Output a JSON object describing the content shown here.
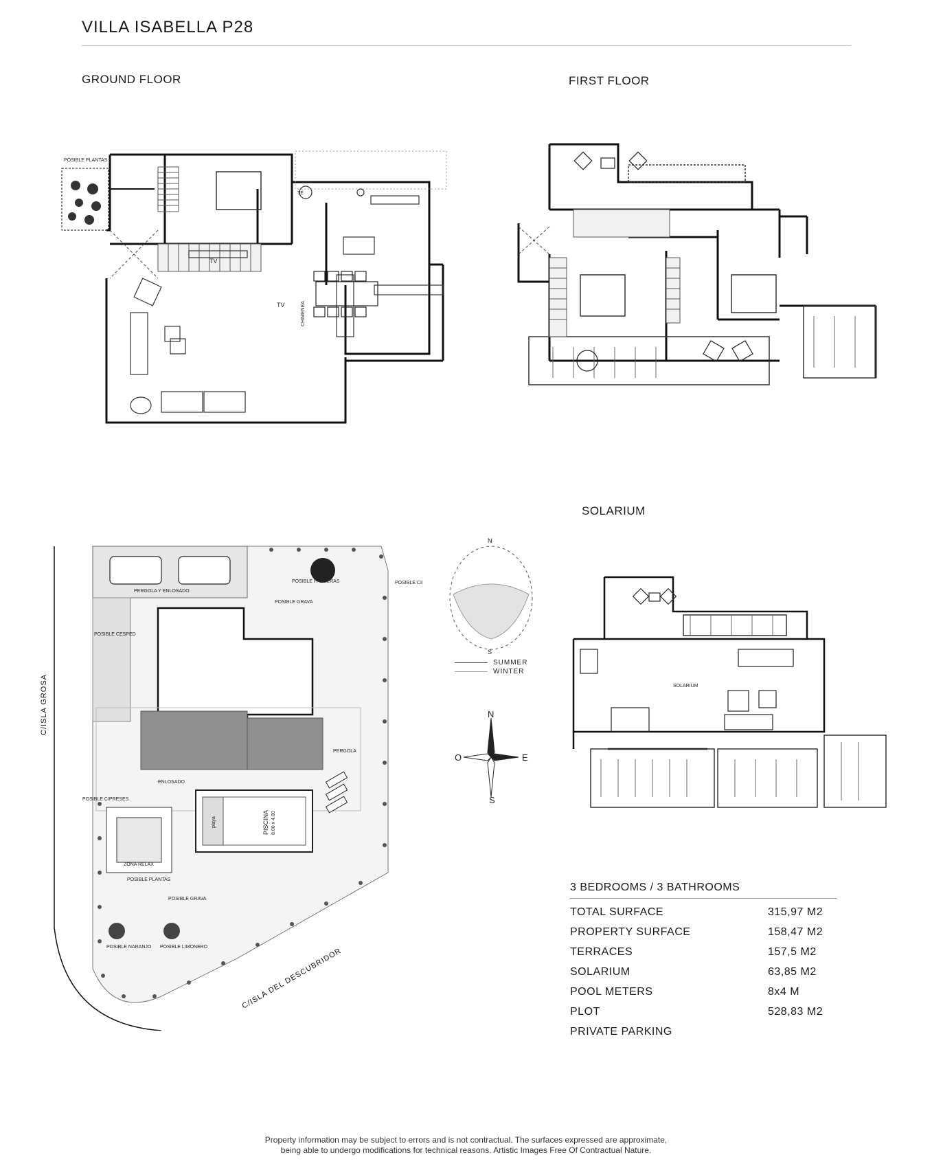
{
  "title": "VILLA ISABELLA P28",
  "labels": {
    "ground_floor": "GROUND FLOOR",
    "first_floor": "FIRST FLOOR",
    "solarium": "SOLARIUM"
  },
  "plan_text": {
    "posible_plantas": "POSIBLE PLANTAS",
    "tv": "TV",
    "chimenea": "CHIMENEA",
    "te": "TE",
    "posible_palmeras": "POSIBLE PALMERAS",
    "posible_cipreses": "POSIBLE CIPRESES",
    "posible_grava": "POSIBLE GRAVA",
    "pergola_enlosado": "PERGOLA Y ENLOSADO",
    "posible_cesped": "POSIBLE CESPED",
    "pergola": "PERGOLA",
    "enlosado": "ENLOSADO",
    "piscina": "PISCINA",
    "piscina_size": "8.00 x 4.00",
    "playa": "playa",
    "zona_relax": "ZONA RELAX",
    "posible_naranjo": "POSIBLE NARANJO",
    "posible_limonero": "POSIBLE LIMONERO",
    "street_1": "C/ISLA GROSA",
    "street_2": "C/ISLA DEL DESCUBRIDOR",
    "solarium_room": "SOLARIUM"
  },
  "compass": {
    "n": "N",
    "s": "S",
    "e": "E",
    "o": "O"
  },
  "legend": {
    "summer": "SUMMER",
    "winter": "WINTER"
  },
  "specs": {
    "heading": "3 BEDROOMS / 3 BATHROOMS",
    "rows": [
      {
        "label": "TOTAL SURFACE",
        "value": "315,97 M2"
      },
      {
        "label": "PROPERTY SURFACE",
        "value": "158,47 M2"
      },
      {
        "label": "TERRACES",
        "value": "157,5 M2"
      },
      {
        "label": "SOLARIUM",
        "value": "63,85 M2"
      },
      {
        "label": "POOL METERS",
        "value": "8x4 M"
      },
      {
        "label": "PLOT",
        "value": "528,83 M2"
      },
      {
        "label": "PRIVATE PARKING",
        "value": ""
      }
    ]
  },
  "footer": {
    "line1": "Property information may be subject to errors and is not contractual. The surfaces expressed are approximate,",
    "line2": "being able to undergo modifications for technical reasons. Artistic Images Free Of Contractual Nature."
  }
}
